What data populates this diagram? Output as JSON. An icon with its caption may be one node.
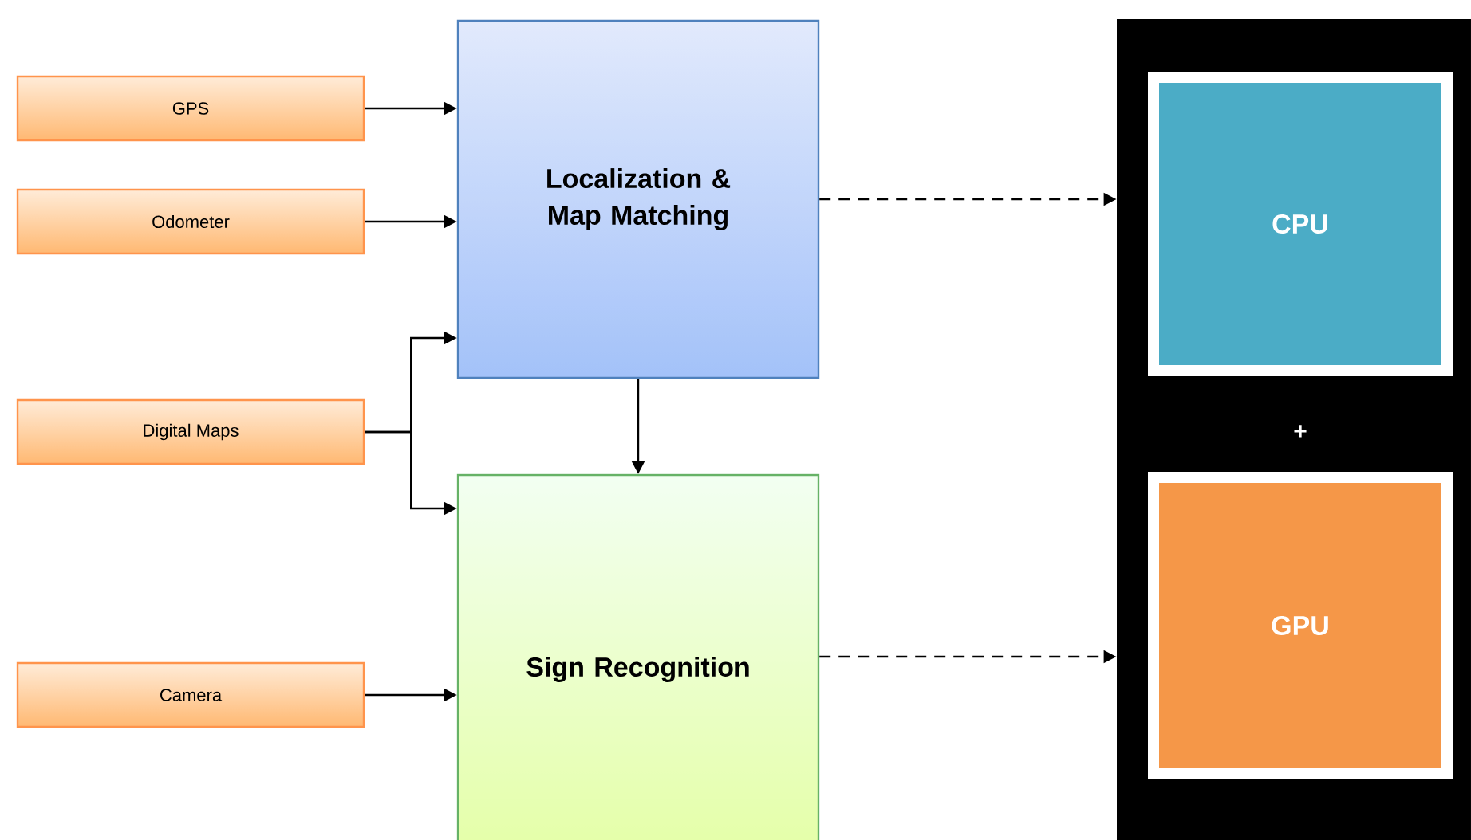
{
  "diagram": {
    "nodes": [
      {
        "text": [
          "GPS"
        ]
      },
      {
        "text": [
          "Odometer"
        ]
      },
      {
        "text": [
          "Digital Maps"
        ]
      },
      {
        "text": [
          "Camera"
        ]
      },
      {
        "text": [
          "Localization & Map Matching"
        ]
      },
      {
        "text": [
          "Sign Recognition"
        ]
      },
      {
        "text": [],
        "shape": "box"
      },
      {
        "text": [
          "CPU"
        ],
        "in": 6
      },
      {
        "text": [
          "GPU"
        ],
        "in": 6
      }
    ],
    "edges": [
      {
        "from": 0,
        "to": 4,
        "arrow": "to"
      },
      {
        "from": 1,
        "to": 4,
        "arrow": "to"
      },
      {
        "from": 2,
        "to": 4,
        "arrow": "to"
      },
      {
        "from": 2,
        "to": 5,
        "arrow": "to"
      },
      {
        "from": 3,
        "to": 5,
        "arrow": "to"
      },
      {
        "from": 4,
        "to": 5,
        "arrow": "to"
      },
      {
        "from": 4,
        "to": 6,
        "arrow": "to",
        "style": "dashed"
      },
      {
        "from": 5,
        "to": 6,
        "arrow": "to",
        "style": "dashed"
      }
    ],
    "labels": [
      "+"
    ]
  }
}
